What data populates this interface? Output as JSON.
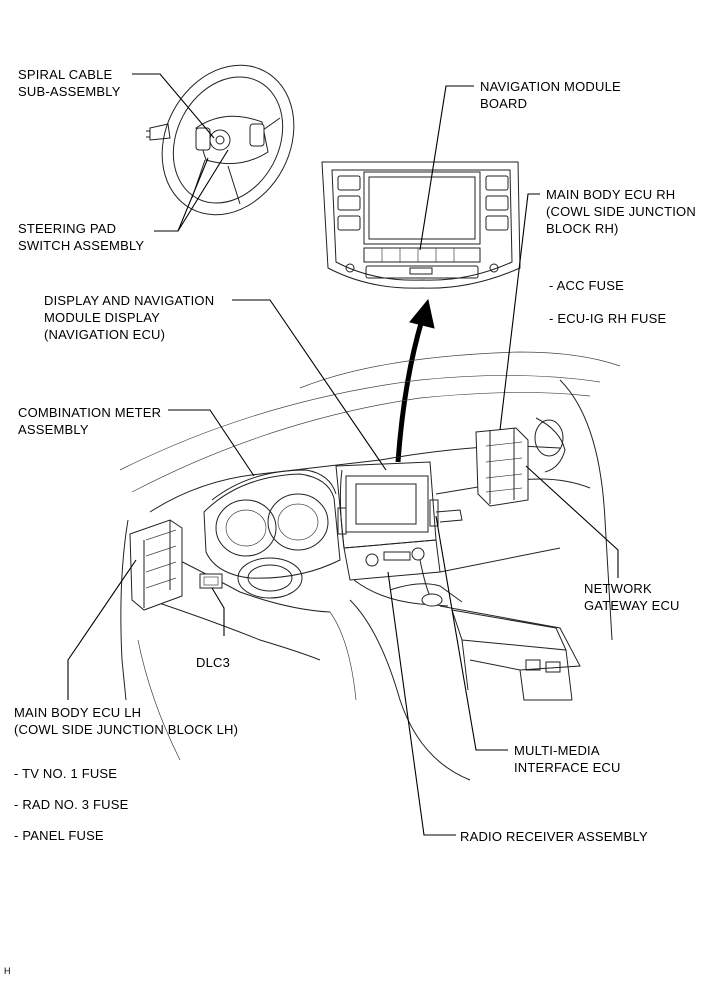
{
  "labels": {
    "spiral_cable": "SPIRAL CABLE\nSUB-ASSEMBLY",
    "steering_pad": "STEERING PAD\nSWITCH ASSEMBLY",
    "navigation_module_board": "NAVIGATION MODULE\nBOARD",
    "main_body_ecu_rh": "MAIN BODY ECU RH\n(COWL SIDE JUNCTION\nBLOCK RH)",
    "rh_fuses": [
      "- ACC FUSE",
      "- ECU-IG RH FUSE"
    ],
    "display_navigation": "DISPLAY AND NAVIGATION\nMODULE DISPLAY\n(NAVIGATION ECU)",
    "combination_meter": "COMBINATION METER\nASSEMBLY",
    "network_gateway": "NETWORK\nGATEWAY ECU",
    "dlc3": "DLC3",
    "main_body_ecu_lh": "MAIN BODY ECU LH\n(COWL SIDE JUNCTION BLOCK LH)",
    "lh_fuses": [
      "- TV NO. 1 FUSE",
      "- RAD NO. 3 FUSE",
      "- PANEL FUSE"
    ],
    "multi_media": "MULTI-MEDIA\nINTERFACE ECU",
    "radio_receiver": "RADIO RECEIVER ASSEMBLY",
    "corner_mark": "H"
  }
}
